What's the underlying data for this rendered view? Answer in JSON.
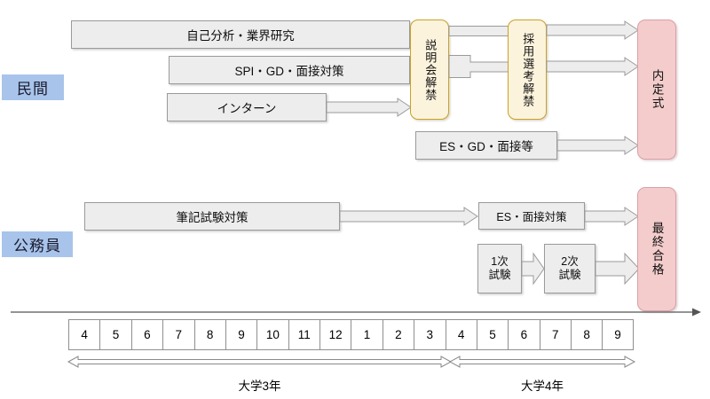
{
  "diagram": {
    "title_hidden": "",
    "colors": {
      "label_blue": "#A8C4EA",
      "bar_gray": "#EDEDED",
      "cream_fill": "#FCF3DC",
      "cream_border": "#C9A227",
      "pink_fill": "#F4CCCC",
      "pink_border": "#D9A0A8",
      "line_gray": "#9A9A9A"
    }
  },
  "sections": {
    "private": {
      "label": "民間"
    },
    "public": {
      "label": "公務員"
    }
  },
  "private_track": {
    "bars": [
      {
        "id": "self-analysis",
        "label": "自己分析・業界研究"
      },
      {
        "id": "spi-gd-interview",
        "label": "SPI・GD・面接対策"
      },
      {
        "id": "internship",
        "label": "インターン"
      },
      {
        "id": "es-gd-interview",
        "label": "ES・GD・面接等"
      }
    ],
    "milestones": [
      {
        "id": "briefing-open",
        "label": "説明会解禁"
      },
      {
        "id": "selection-open",
        "label": "採用選考解禁"
      }
    ],
    "goal": {
      "id": "naitei",
      "label": "内定式"
    }
  },
  "public_track": {
    "bars": [
      {
        "id": "written-exam-prep",
        "label": "筆記試験対策"
      },
      {
        "id": "es-interview-prep",
        "label": "ES・面接対策"
      },
      {
        "id": "exam-1",
        "label": "1次\n試験",
        "line1": "1次",
        "line2": "試験"
      },
      {
        "id": "exam-2",
        "label": "2次\n試験",
        "line1": "2次",
        "line2": "試験"
      }
    ],
    "goal": {
      "id": "final-pass",
      "label": "最終合格"
    }
  },
  "timeline": {
    "months": [
      "4",
      "5",
      "6",
      "7",
      "8",
      "9",
      "10",
      "11",
      "12",
      "1",
      "2",
      "3",
      "4",
      "5",
      "6",
      "7",
      "8",
      "9"
    ],
    "spans": [
      {
        "id": "year3",
        "label": "大学3年"
      },
      {
        "id": "year4",
        "label": "大学4年"
      }
    ]
  }
}
